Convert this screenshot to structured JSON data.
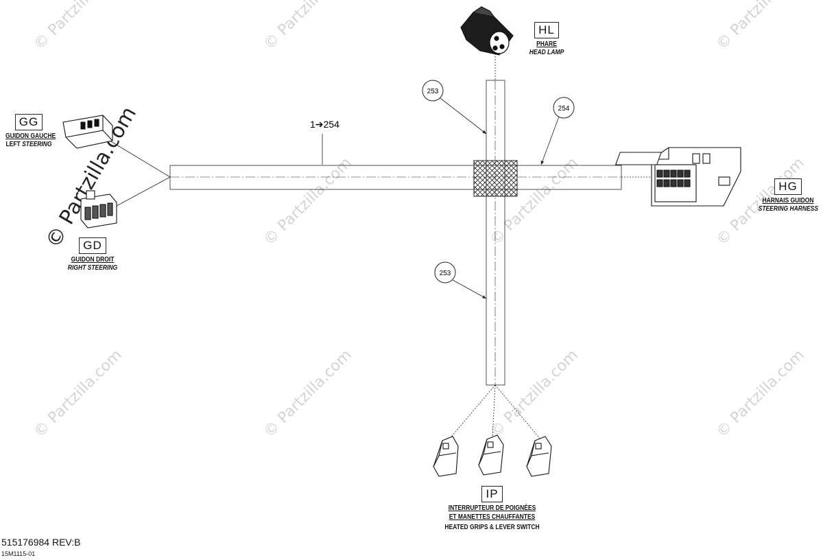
{
  "watermark": "© Partzilla.com",
  "callouts": {
    "main": "1➔254",
    "a": "253",
    "b": "254",
    "c": "253"
  },
  "connectors": {
    "gg": {
      "code": "GG",
      "fr": "GUIDON GAUCHE",
      "en_a": "LEFT",
      "en_b": "STEERING"
    },
    "gd": {
      "code": "GD",
      "fr": "GUIDON DROIT",
      "en": "RIGHT STEERING"
    },
    "hl": {
      "code": "HL",
      "fr": "PHARE",
      "en": "HEAD LAMP"
    },
    "hg": {
      "code": "HG",
      "fr": "HARNAIS GUIDON",
      "en": "STEERING HARNESS"
    },
    "ip": {
      "code": "IP",
      "fr1": "INTERRUPTEUR DE POIGNÉES",
      "fr2": "ET MANETTES CHAUFFANTES",
      "en": "HEATED GRIPS & LEVER SWITCH"
    }
  },
  "footer": {
    "part_number": "515176984 REV:B",
    "drawing_number": "15M1115-01"
  }
}
